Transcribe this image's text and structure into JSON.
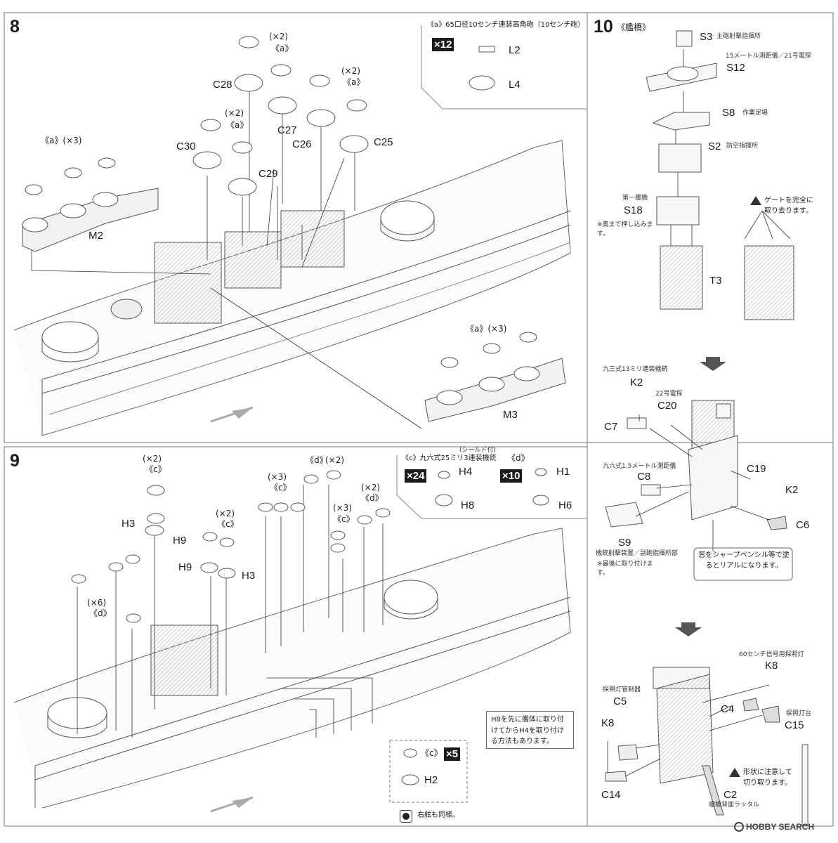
{
  "step8": {
    "number": "8",
    "inset_title": "《a》65口径10センチ連装高角砲（10センチ砲）",
    "inset_qty": "×12",
    "inset_parts": {
      "l2": "L2",
      "l4": "L4"
    },
    "labels": {
      "x2_a": "(×2)",
      "a_a": "《a》",
      "x2_b": "(×2)",
      "a_b": "《a》",
      "x2_c": "(×2)",
      "a_c": "《a》",
      "a_x3": "《a》(×3)",
      "c28": "C28",
      "c27": "C27",
      "c26": "C26",
      "c25": "C25",
      "c30": "C30",
      "c29": "C29",
      "m2": "M2",
      "a_m3": "《a》(×3)",
      "m3": "M3"
    }
  },
  "step9": {
    "number": "9",
    "inset_subtitle": "(シールド付)",
    "inset_title_c": "《c》九六式25ミリ3連装機銃",
    "inset_title_d": "《d》",
    "qty_c": "×24",
    "qty_d": "×10",
    "inset_parts": {
      "h4": "H4",
      "h8": "H8",
      "h1": "H1",
      "h6": "H6"
    },
    "labels": {
      "x2_c1": "(×2)",
      "c1": "《c》",
      "h3_a": "H3",
      "h9_a": "H9",
      "x2_c2": "(×2)",
      "c2": "《c》",
      "h9_b": "H9",
      "h3_b": "H3",
      "x3_c3": "(×3)",
      "c3": "《c》",
      "d1": "《d》",
      "x2_d1": "(×2)",
      "x2_d2": "(×2)",
      "d2": "《d》",
      "x3_c4": "(×3)",
      "c4": "《c》",
      "x6": "(×6)",
      "d3": "《d》"
    },
    "note_box": "H8を先に艦体に取り付けてからH4を取り付ける方法もあります。",
    "sub_c": "《c》",
    "sub_qty": "×5",
    "sub_h2": "H2",
    "footer_note": "右舷も同様。"
  },
  "step10": {
    "number": "10",
    "title": "《艦橋》",
    "parts": [
      {
        "id": "S3",
        "desc": "主砲射撃指揮所"
      },
      {
        "id": "S12",
        "desc": "15メートル測距儀／21号電探"
      },
      {
        "id": "S8",
        "desc": "作業足場"
      },
      {
        "id": "S2",
        "desc": "防空指揮所"
      },
      {
        "id": "S18",
        "desc": "第一艦橋"
      },
      {
        "id": "T3",
        "desc": ""
      }
    ],
    "s18_note": "※奥まで押し込みます。",
    "gate_warning": "ゲートを完全に取り去ります。",
    "k2_desc": "九三式13ミリ連装機銃",
    "k2_label": "K2",
    "c20_desc": "22号電探",
    "c20": "C20",
    "c7": "C7",
    "c19": "C19",
    "c8_desc": "九六式1.5メートル測距儀",
    "c8": "C8",
    "k2b": "K2",
    "c6": "C6",
    "s9": "S9",
    "s9_desc": "機銃射撃装置／副砲指揮所部",
    "s9_note": "※最後に取り付けます。",
    "window_note": "窓をシャープペンシル等で塗るとリアルになります。",
    "k8_desc": "60センチ信号用探照灯",
    "k8_top": "K8",
    "c5_desc": "探照灯管制器",
    "c5": "C5",
    "c4": "C4",
    "c15_desc": "探照灯台",
    "c15": "C15",
    "k8_left": "K8",
    "c14": "C14",
    "shape_warning": "形状に注意して切り取ります。",
    "c2": "C2",
    "c2_desc": "艦橋背面ラッタル"
  },
  "watermark": "HOBBY SEARCH"
}
